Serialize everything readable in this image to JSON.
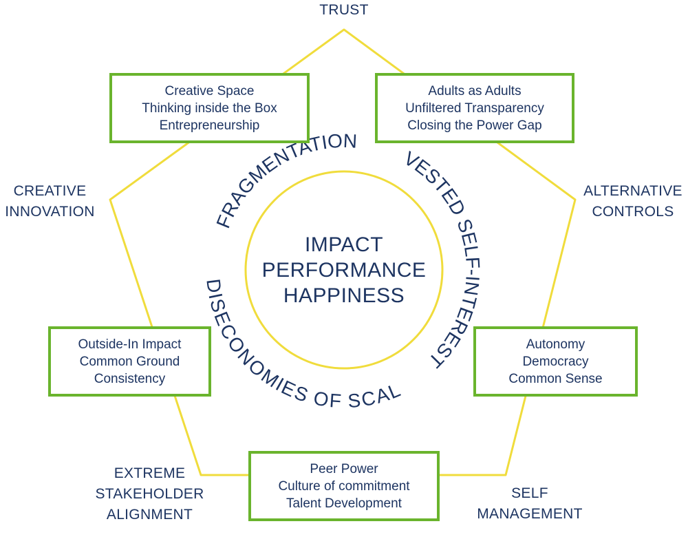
{
  "colors": {
    "pentagon": "#f0dc3c",
    "box_border": "#6ab42d",
    "text": "#1d3461"
  },
  "vertices": {
    "trust": [
      "TRUST"
    ],
    "alternative_controls": [
      "ALTERNATIVE",
      "CONTROLS"
    ],
    "self_management": [
      "SELF",
      "MANAGEMENT"
    ],
    "extreme_stakeholder_alignment": [
      "EXTREME",
      "STAKEHOLDER",
      "ALIGNMENT"
    ],
    "creative_innovation": [
      "CREATIVE",
      "INNOVATION"
    ]
  },
  "boxes": {
    "top_left": [
      "Creative Space",
      "Thinking inside the Box",
      "Entrepreneurship"
    ],
    "top_right": [
      "Adults as Adults",
      "Unfiltered Transparency",
      "Closing the Power Gap"
    ],
    "right": [
      "Autonomy",
      "Democracy",
      "Common Sense"
    ],
    "bottom": [
      "Peer Power",
      "Culture of commitment",
      "Talent Development"
    ],
    "left": [
      "Outside-In Impact",
      "Common Ground",
      "Consistency"
    ]
  },
  "center": [
    "IMPACT",
    "PERFORMANCE",
    "HAPPINESS"
  ],
  "ring_labels": {
    "top": "FRAGMENTATION",
    "right": "VESTED SELF-INTEREST",
    "bottom": "DISECONOMIES OF SCAL"
  }
}
